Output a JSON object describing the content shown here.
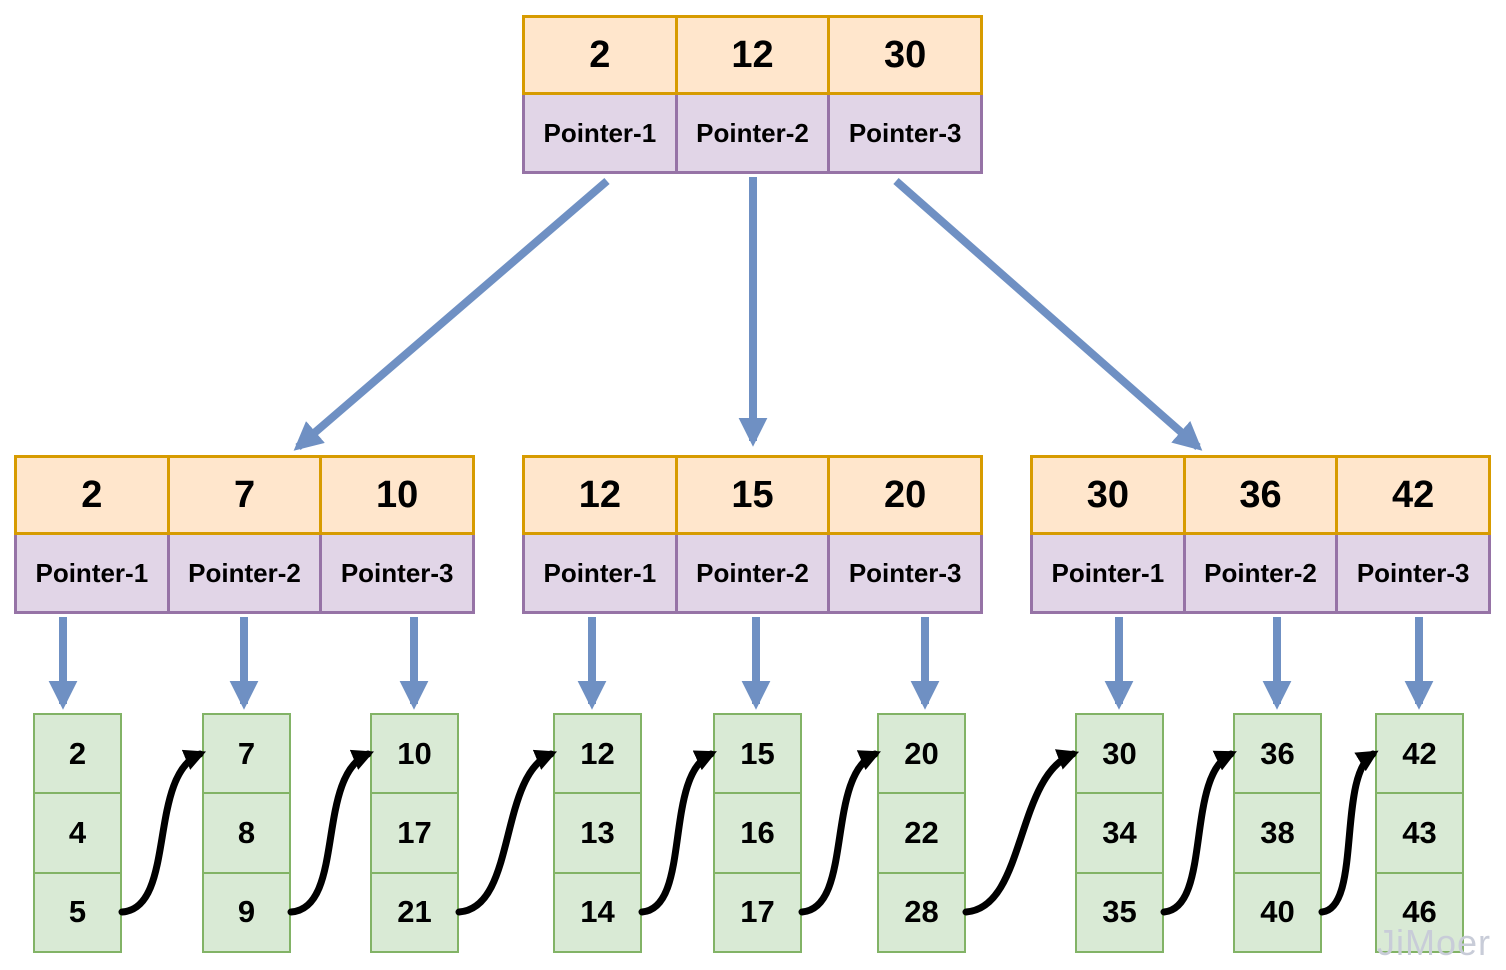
{
  "watermark": "JiMoer",
  "colors": {
    "key_fill": "#FFE6CC",
    "key_border": "#D79B00",
    "pointer_fill": "#E1D5E7",
    "pointer_border": "#9673A6",
    "leaf_fill": "#D9EAD5",
    "leaf_border": "#82B366",
    "arrow_blue": "#6F90C3",
    "arrow_black": "#000000",
    "text": "#000000",
    "watermark_color": "#C8CCD8"
  },
  "root": {
    "keys": [
      "2",
      "12",
      "30"
    ],
    "pointers": [
      "Pointer-1",
      "Pointer-2",
      "Pointer-3"
    ]
  },
  "internal_nodes": [
    {
      "keys": [
        "2",
        "7",
        "10"
      ],
      "pointers": [
        "Pointer-1",
        "Pointer-2",
        "Pointer-3"
      ]
    },
    {
      "keys": [
        "12",
        "15",
        "20"
      ],
      "pointers": [
        "Pointer-1",
        "Pointer-2",
        "Pointer-3"
      ]
    },
    {
      "keys": [
        "30",
        "36",
        "42"
      ],
      "pointers": [
        "Pointer-1",
        "Pointer-2",
        "Pointer-3"
      ]
    }
  ],
  "leaf_nodes": [
    [
      "2",
      "4",
      "5"
    ],
    [
      "7",
      "8",
      "9"
    ],
    [
      "10",
      "17",
      "21"
    ],
    [
      "12",
      "13",
      "14"
    ],
    [
      "15",
      "16",
      "17"
    ],
    [
      "20",
      "22",
      "28"
    ],
    [
      "30",
      "34",
      "35"
    ],
    [
      "36",
      "38",
      "40"
    ],
    [
      "42",
      "43",
      "46"
    ]
  ]
}
